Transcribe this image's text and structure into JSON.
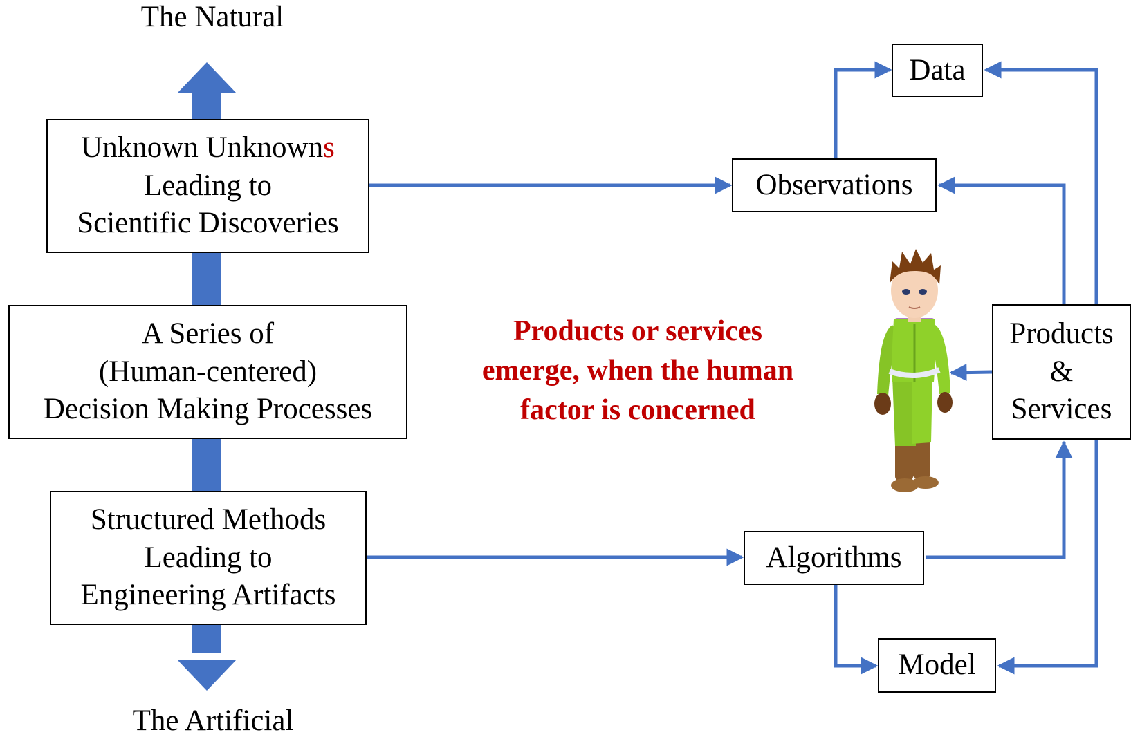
{
  "colors": {
    "arrow": "#4472c4",
    "accent": "#c00000",
    "box_border": "#000000",
    "figure_suit": "#8fd12a",
    "figure_hair": "#7a3f12",
    "figure_boots": "#8b5a2b"
  },
  "left_column": {
    "top_label": "The Natural",
    "bottom_label": "The Artificial",
    "box_unknowns": {
      "line1_main": "Unknown Unknown",
      "line1_highlight": "s",
      "line2": "Leading to",
      "line3": "Scientific Discoveries"
    },
    "box_decisions": {
      "line1": "A Series of",
      "line2": "(Human-centered)",
      "line3": "Decision Making Processes"
    },
    "box_methods": {
      "line1": "Structured Methods",
      "line2": "Leading to",
      "line3": "Engineering Artifacts"
    }
  },
  "right_cycle": {
    "data": "Data",
    "observations": "Observations",
    "products_services": {
      "line1": "Products",
      "line2": "&",
      "line3": "Services"
    },
    "algorithms": "Algorithms",
    "model": "Model"
  },
  "caption": {
    "line1": "Products or services",
    "line2": "emerge, when the human",
    "line3": "factor is concerned"
  },
  "icons": {
    "up_arrow": "up-arrow-icon",
    "down_arrow": "down-arrow-icon",
    "human_figure": "human-avatar-icon"
  }
}
